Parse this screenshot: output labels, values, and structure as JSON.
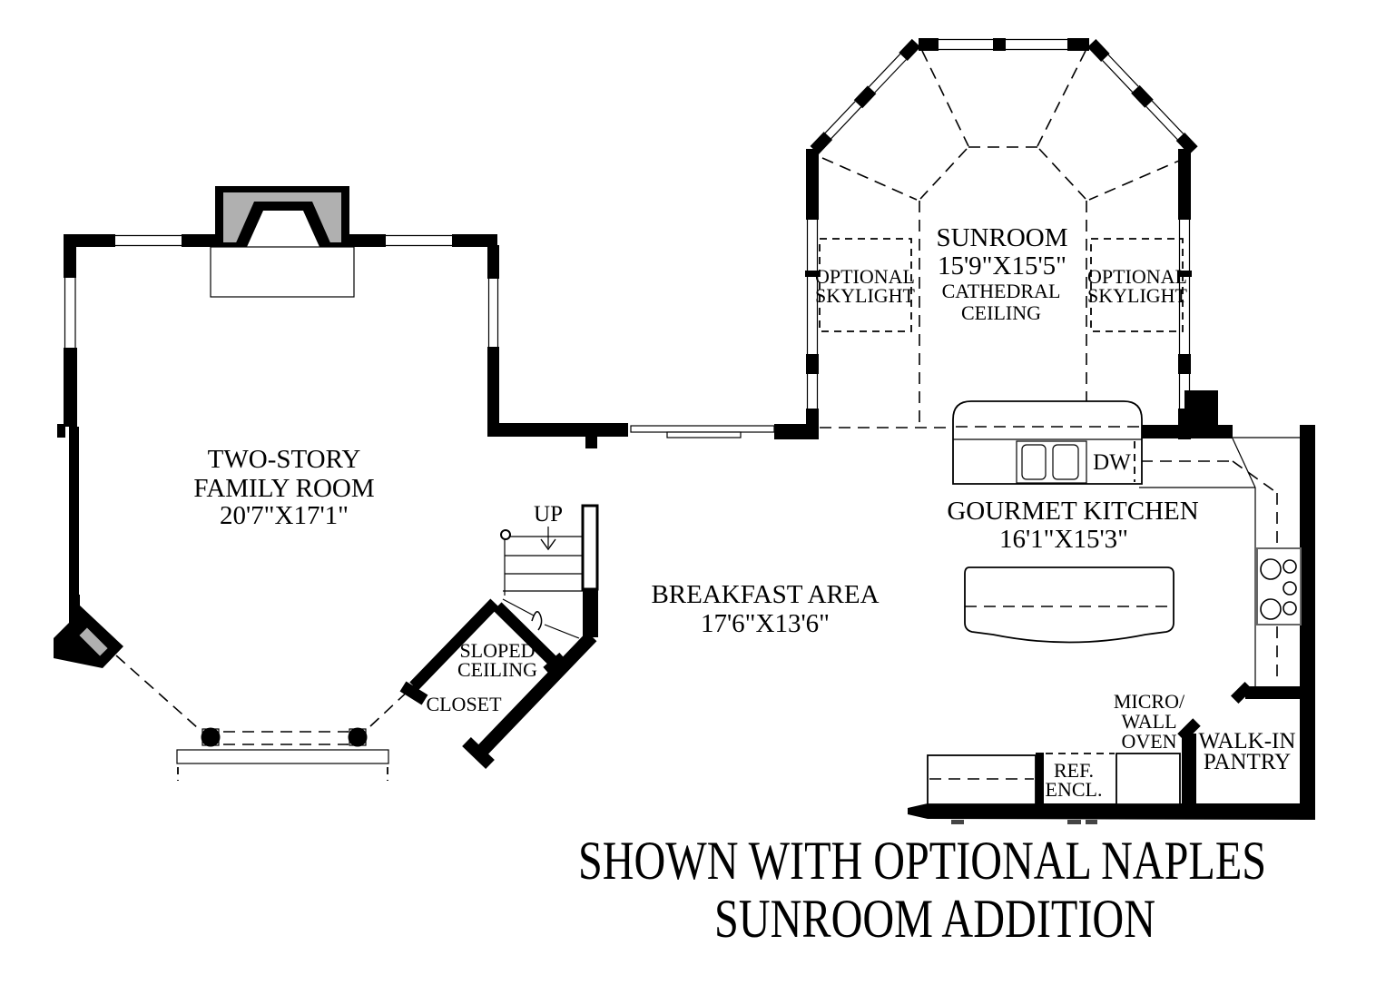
{
  "plan": {
    "caption": {
      "line1": "SHOWN WITH OPTIONAL NAPLES",
      "line2": "SUNROOM ADDITION"
    },
    "rooms": {
      "family_room": {
        "line1": "TWO-STORY",
        "line2": "FAMILY ROOM",
        "dims": "20'7\"X17'1\""
      },
      "sunroom": {
        "name": "SUNROOM",
        "dims": "15'9\"X15'5\"",
        "ceiling1": "CATHEDRAL",
        "ceiling2": "CEILING"
      },
      "breakfast": {
        "name": "BREAKFAST AREA",
        "dims": "17'6\"X13'6\""
      },
      "kitchen": {
        "name": "GOURMET KITCHEN",
        "dims": "16'1\"X15'3\""
      },
      "pantry": {
        "line1": "WALK-IN",
        "line2": "PANTRY"
      },
      "closet": {
        "name": "CLOSET"
      }
    },
    "labels": {
      "skylight_left": {
        "line1": "OPTIONAL",
        "line2": "SKYLIGHT"
      },
      "skylight_right": {
        "line1": "OPTIONAL",
        "line2": "SKYLIGHT"
      },
      "sloped_ceiling": {
        "line1": "SLOPED",
        "line2": "CEILING"
      },
      "micro_wall_oven": {
        "line1": "MICRO/",
        "line2": "WALL",
        "line3": "OVEN"
      },
      "ref_encl": {
        "line1": "REF.",
        "line2": "ENCL."
      },
      "dw": "DW",
      "up": "UP"
    },
    "colors": {
      "line": "#000000",
      "masonry": "#b0b0b0",
      "background": "#ffffff"
    }
  }
}
